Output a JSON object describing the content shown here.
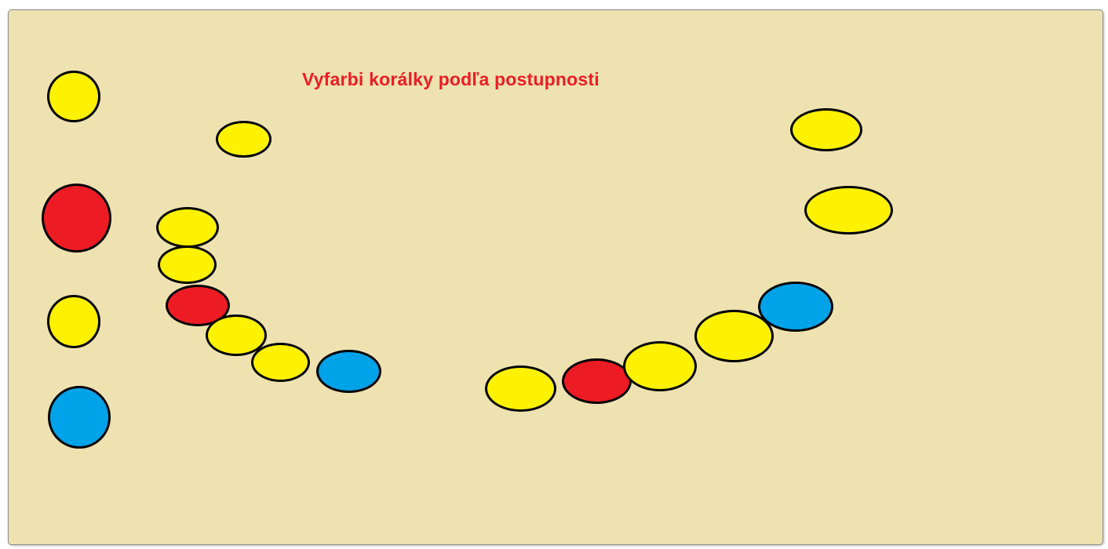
{
  "title": "Vyfarbi korálky podľa postupnosti",
  "colors": {
    "yellow": "#fff200",
    "red": "#ed1c24",
    "blue": "#00a2e8",
    "background": "#efe2b1",
    "title": "#ed1c24"
  },
  "palette": [
    "yellow",
    "red",
    "yellow",
    "blue"
  ],
  "left_string": [
    "yellow",
    "yellow",
    "yellow",
    "red",
    "yellow",
    "yellow",
    "blue"
  ],
  "right_string": [
    "yellow",
    "red",
    "yellow",
    "yellow",
    "blue",
    "yellow",
    "yellow"
  ]
}
